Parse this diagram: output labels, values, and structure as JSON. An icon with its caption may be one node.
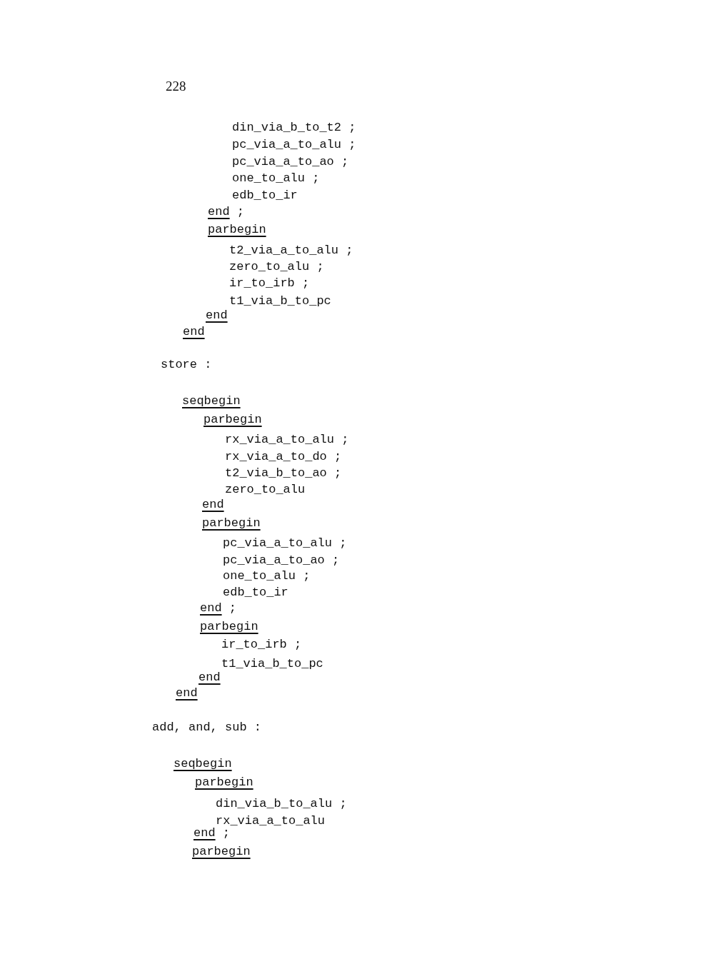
{
  "diagram": {
    "labels": [
      "228",
      "din_via_b_to_t2 ;",
      "pc_via_a_to_alu ;",
      "pc_via_a_to_ao ;",
      "one_to_alu ;",
      "edb_to_ir",
      "end ;",
      "parbegin",
      "t2_via_a_to_alu ;",
      "zero_to_alu ;",
      "ir_to_irb ;",
      "t1_via_b_to_pc",
      "end",
      "end",
      "store :",
      "seqbegin",
      "parbegin",
      "rx_via_a_to_alu ;",
      "rx_via_a_to_do ;",
      "t2_via_b_to_ao ;",
      "zero_to_alu",
      "end",
      "parbegin",
      "pc_via_a_to_alu ;",
      "pc_via_a_to_ao ;",
      "one_to_alu ;",
      "edb_to_ir",
      "end ;",
      "parbegin",
      "ir_to_irb ;",
      "t1_via_b_to_pc",
      "end",
      "end",
      "add, and, sub :",
      "seqbegin",
      "parbegin",
      "din_via_b_to_alu ;",
      "rx_via_a_to_alu",
      "end ;",
      "parbegin"
    ]
  }
}
